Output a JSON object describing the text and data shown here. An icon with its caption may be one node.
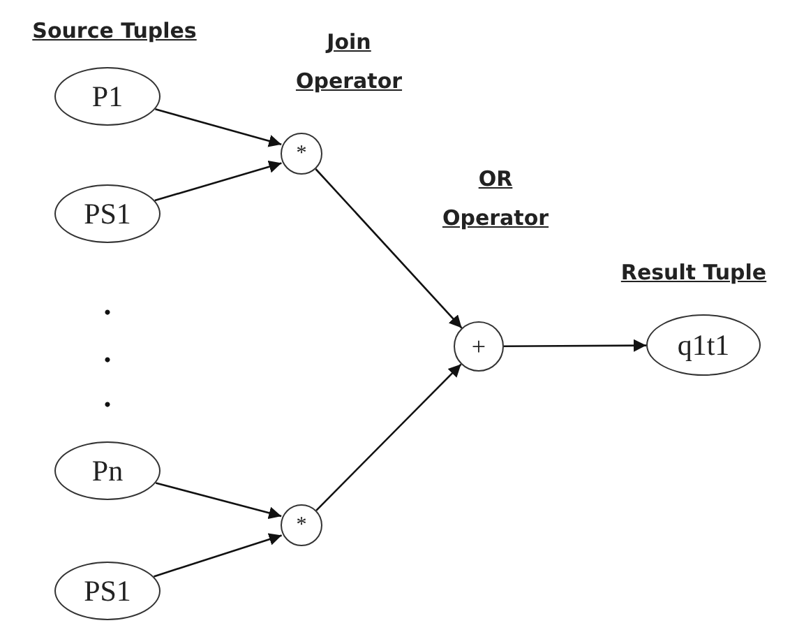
{
  "diagram": {
    "nodes": [
      {
        "text": [
          "P1"
        ]
      },
      {
        "text": [
          "PS1"
        ]
      },
      {
        "text": [
          "Pn"
        ]
      },
      {
        "text": [
          "PS1"
        ]
      },
      {
        "text": [
          "*"
        ]
      },
      {
        "text": [
          "*"
        ]
      },
      {
        "text": [
          "+"
        ]
      },
      {
        "text": [
          "q1t1"
        ]
      }
    ],
    "edges": [
      {
        "from": 0,
        "to": 4,
        "arrow": "to"
      },
      {
        "from": 1,
        "to": 4,
        "arrow": "to"
      },
      {
        "from": 2,
        "to": 5,
        "arrow": "to"
      },
      {
        "from": 3,
        "to": 5,
        "arrow": "to"
      },
      {
        "from": 4,
        "to": 6,
        "arrow": "to"
      },
      {
        "from": 5,
        "to": 6,
        "arrow": "to"
      },
      {
        "from": 6,
        "to": 7,
        "arrow": "to"
      }
    ],
    "labels": [
      "Source Tuples",
      "Join Operator",
      "OR Operator",
      "Result Tuple",
      ".",
      ".",
      "."
    ]
  }
}
